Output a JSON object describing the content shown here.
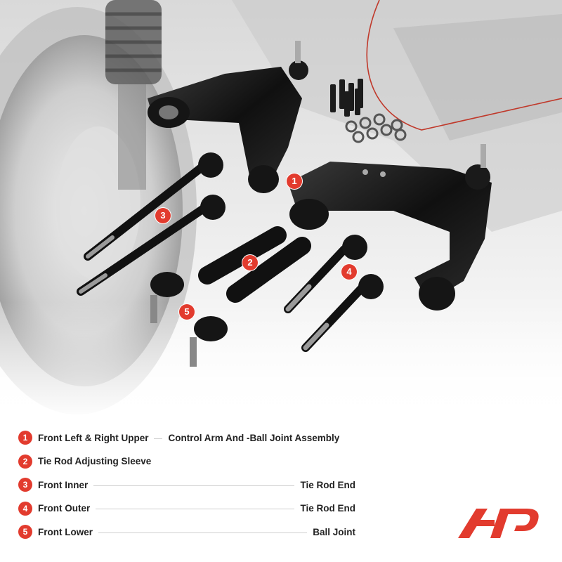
{
  "badges": [
    "1",
    "2",
    "3",
    "4",
    "5"
  ],
  "legend": [
    {
      "num": "1",
      "left": "Front Left  & Right Upper",
      "right": "Control Arm And -Ball Joint Assembly"
    },
    {
      "num": "2",
      "left": "Tie Rod Adjusting Sleeve",
      "right": ""
    },
    {
      "num": "3",
      "left": "Front Inner",
      "right": "Tie Rod End"
    },
    {
      "num": "4",
      "left": "Front Outer",
      "right": "Tie Rod End"
    },
    {
      "num": "5",
      "left": "Front Lower",
      "right": "Ball Joint"
    }
  ],
  "colors": {
    "accent": "#e23b2e",
    "text": "#222222",
    "parts": "#111111"
  },
  "icons": [
    "brand-logo-icon"
  ]
}
